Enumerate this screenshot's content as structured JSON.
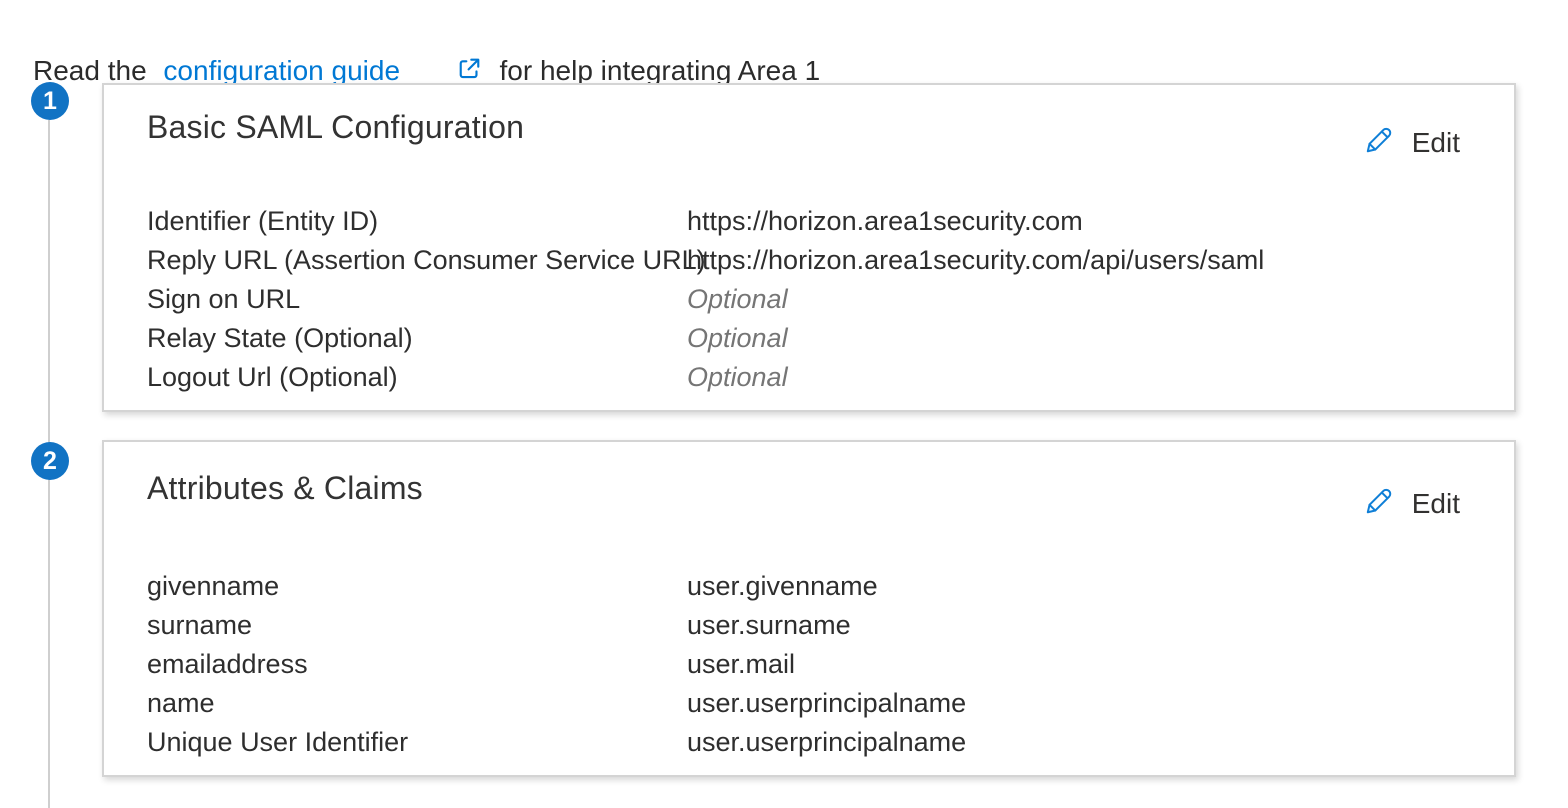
{
  "intro": {
    "text_before_link": "Read the ",
    "link_text": "configuration guide",
    "text_after_link": " for help integrating Area 1"
  },
  "colors": {
    "accent_blue": "#0078d4",
    "step_badge_blue": "#1173c4",
    "card_border": "#d4d4d4",
    "text_primary": "#2e2e2e",
    "text_optional": "#757575",
    "connector_line": "#cfcfcf"
  },
  "icons": {
    "external_link": "external-link-icon",
    "edit_pencil": "pencil-icon"
  },
  "sections": [
    {
      "step_number": "1",
      "title": "Basic SAML Configuration",
      "edit_label": "Edit",
      "rows": [
        {
          "label": "Identifier (Entity ID)",
          "value": "https://horizon.area1security.com"
        },
        {
          "label": "Reply URL (Assertion Consumer Service URL)",
          "value": "https://horizon.area1security.com/api/users/saml"
        },
        {
          "label": "Sign on URL",
          "value": "Optional"
        },
        {
          "label": "Relay State (Optional)",
          "value": "Optional"
        },
        {
          "label": "Logout Url (Optional)",
          "value": "Optional"
        }
      ]
    },
    {
      "step_number": "2",
      "title": "Attributes & Claims",
      "edit_label": "Edit",
      "rows": [
        {
          "label": "givenname",
          "value": "user.givenname"
        },
        {
          "label": "surname",
          "value": "user.surname"
        },
        {
          "label": "emailaddress",
          "value": "user.mail"
        },
        {
          "label": "name",
          "value": "user.userprincipalname"
        },
        {
          "label": "Unique User Identifier",
          "value": "user.userprincipalname"
        }
      ]
    }
  ]
}
